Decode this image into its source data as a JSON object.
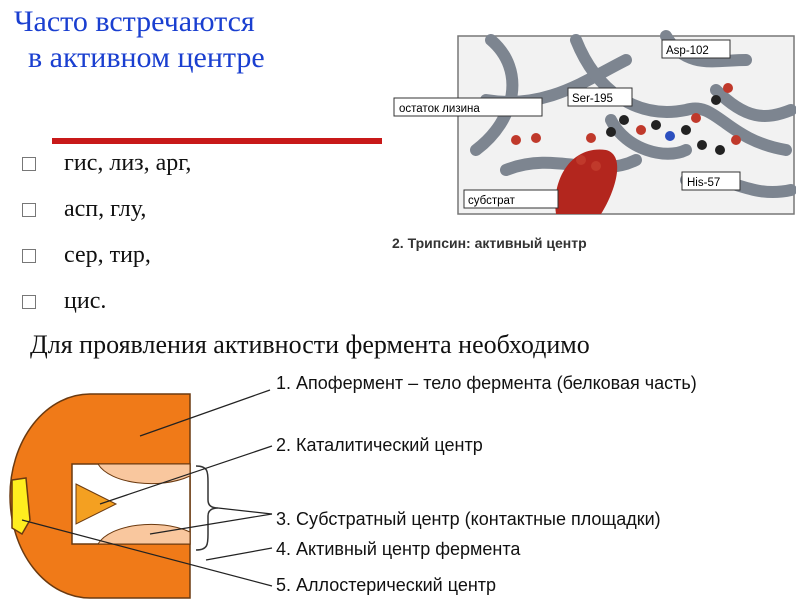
{
  "title": {
    "line1": "Часто встречаются",
    "line2": "в активном центре"
  },
  "residues": [
    "гис, лиз, арг,",
    "асп, глу,",
    "сер, тир,",
    "цис."
  ],
  "requirement_text": "Для проявления активности фермента необходимо",
  "trypsin_figure": {
    "labels": {
      "lysine": "остаток лизина",
      "ser": "Ser-195",
      "asp": "Asp-102",
      "his": "His-57",
      "substrate": "субстрат"
    },
    "caption": "2. Трипсин: активный центр"
  },
  "enzyme_legend": [
    "1. Апофермент – тело фермента (белковая часть)",
    "2. Каталитический центр",
    "3. Субстратный центр (контактные площадки)",
    "4. Активный центр фермента",
    "5. Аллостерический центр"
  ],
  "colors": {
    "title": "#1a3fd0",
    "rule": "#c81919",
    "apoenzyme": "#f07a18",
    "contact_pads": "#f9c79e",
    "catalytic_center": "#f4a021",
    "allosteric_center": "#ffee1f"
  }
}
